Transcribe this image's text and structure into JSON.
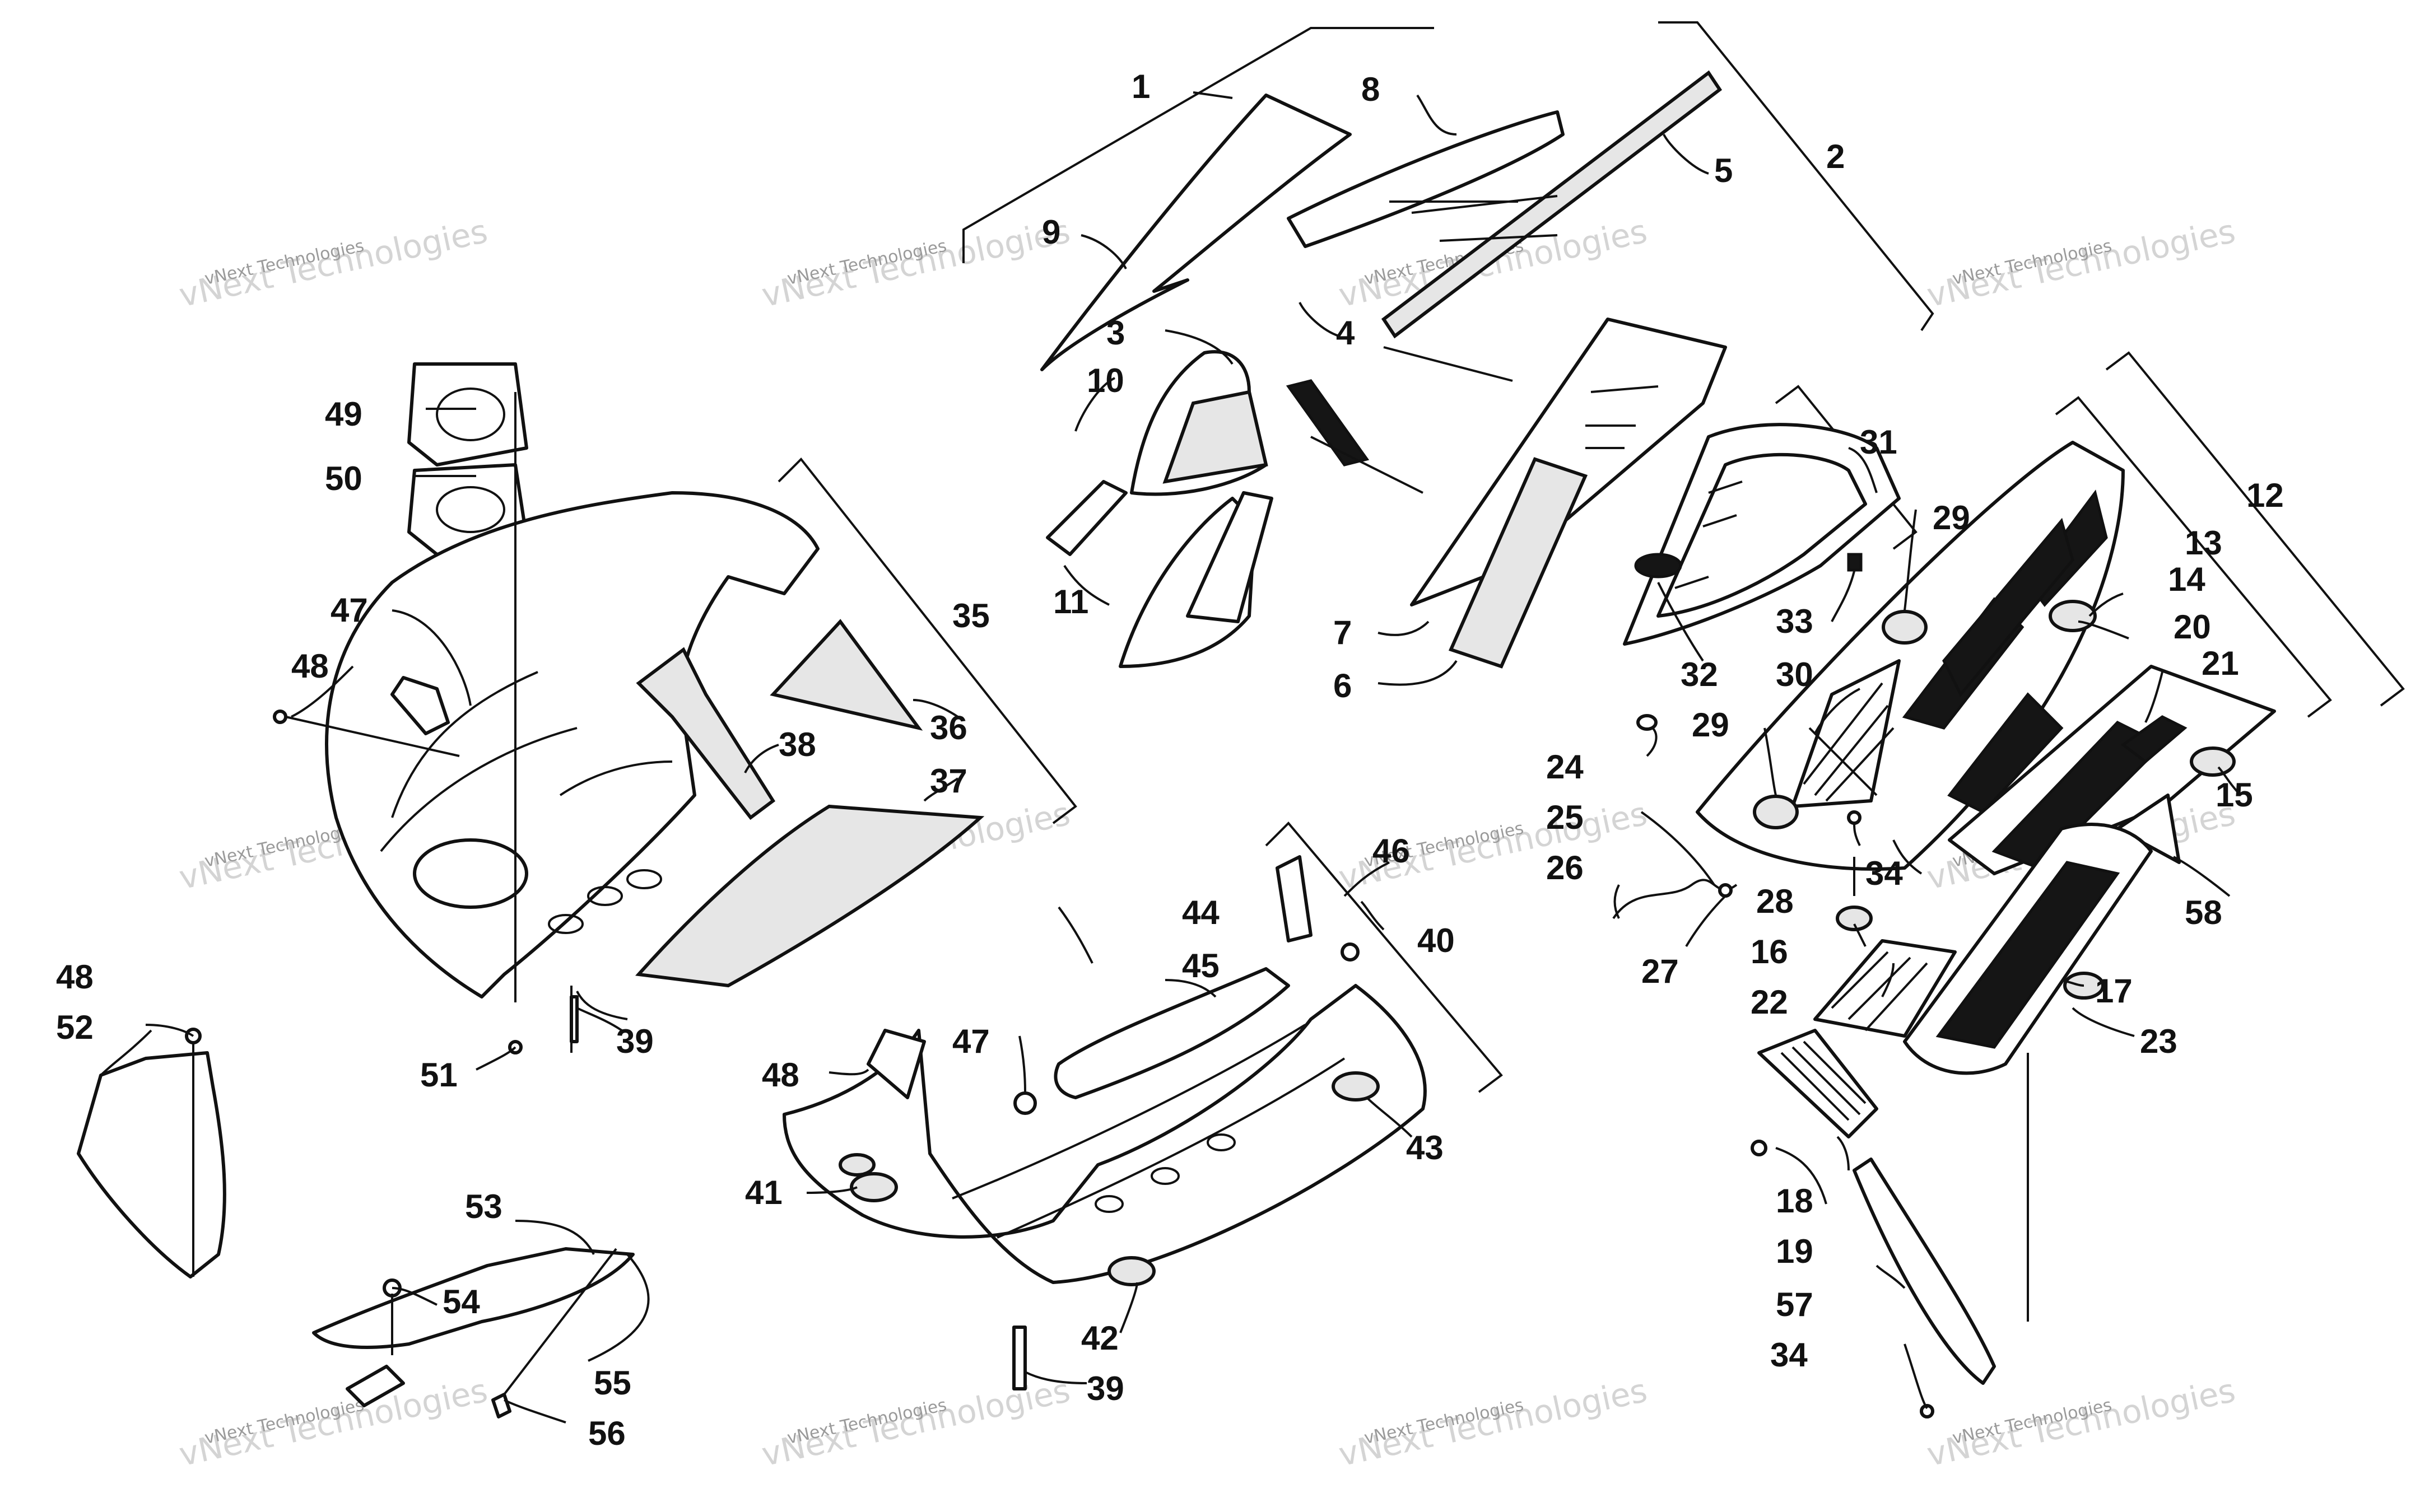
{
  "watermark": {
    "small": "vNext Technologies",
    "large": "vNext Technologies"
  },
  "callouts": [
    "1",
    "2",
    "3",
    "4",
    "5",
    "6",
    "7",
    "8",
    "9",
    "10",
    "11",
    "12",
    "13",
    "14",
    "15",
    "16",
    "17",
    "18",
    "19",
    "20",
    "21",
    "22",
    "23",
    "24",
    "25",
    "26",
    "27",
    "28",
    "29",
    "29",
    "30",
    "31",
    "32",
    "33",
    "34",
    "34",
    "35",
    "36",
    "37",
    "38",
    "39",
    "39",
    "40",
    "41",
    "42",
    "43",
    "44",
    "45",
    "46",
    "47",
    "47",
    "48",
    "48",
    "48",
    "49",
    "50",
    "51",
    "52",
    "53",
    "54",
    "55",
    "56",
    "57",
    "58"
  ],
  "colors": {
    "line": "#111111",
    "background": "#ffffff",
    "watermark": "#9a9a9a"
  }
}
